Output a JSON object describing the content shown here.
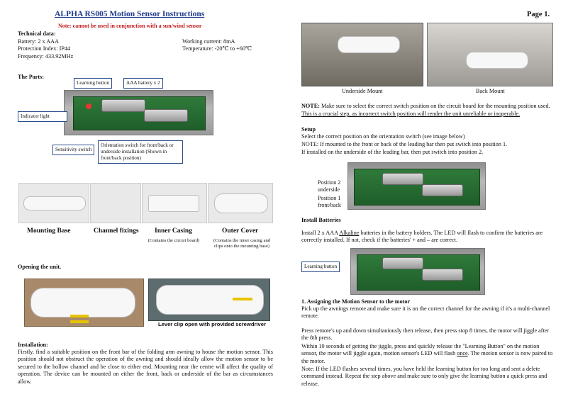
{
  "header": {
    "title": "ALPHA    RS005    Motion Sensor Instructions",
    "note": "Note: cannot be used in conjunction with a sun/wind sensor",
    "page": "Page 1."
  },
  "tech": {
    "heading": "Technical data:",
    "battery": "Battery: 2 x AAA",
    "protection": "Protection Index: IP44",
    "frequency": "Frequency: 433.92MHz",
    "current": "Working current: 8mA",
    "temperature": "Temperature: -20℃ to +60℃"
  },
  "parts": {
    "heading": "The Parts:",
    "callouts": {
      "learning": "Learning button",
      "battery": "AAA battery x 2",
      "indicator": "Indicator light",
      "sensitivity": "Sensitivity switch",
      "orientation": "Orientation switch for front/back or underside installation (Shown in front/back position)"
    }
  },
  "components": [
    {
      "name": "Mounting Base",
      "sub": ""
    },
    {
      "name": "Channel fixings",
      "sub": ""
    },
    {
      "name": "Inner Casing",
      "sub": "(Contains the circuit board)"
    },
    {
      "name": "Outer Cover",
      "sub": "(Contains the inner casing and clips onto the mounting base)"
    }
  ],
  "opening": {
    "heading": "Opening the unit.",
    "caption": "Lever clip open with provided screwdriver"
  },
  "installation": {
    "heading": "Installation:",
    "body": "Firstly, find a suitable position on the front bar of the folding arm awning to house the motion sensor. This position should not obstruct the operation of the awning and should ideally allow the motion sensor to be secured to the hollow channel and be close to either end. Mounting near the centre will affect the quality of operation. The device can be mounted on either the front, back or underside of the bar as circumstances allow."
  },
  "mount": {
    "underside": "Underside Mount",
    "back": "Back Mount"
  },
  "note": {
    "label": "NOTE:",
    "line1": " Make sure to select the correct switch position on the circuit board for the mounting position used.",
    "line2": "This is a crucial step, as incorrect switch position will render the unit unreliable or inoperable."
  },
  "setup": {
    "heading": "Setup",
    "line1": "Select the correct position on the orientation switch (see image below)",
    "line2": "NOTE: If mounted to the front or back of the leading bar then put switch into position 1.",
    "line3": "If installed on the underside of the leading bar, then put switch into position 2.",
    "pos2": "Position 2 underside",
    "pos1": "Position 1 front/back"
  },
  "batteries": {
    "heading": "Install    Batteries",
    "body_prefix": "Install 2 x AAA ",
    "alkaline": "Alkaline",
    "body_suffix": " batteries in the battery holders. The LED will flash to confirm the batteries are correctly installed. If not, check if the batteries' + and – are correct.",
    "learning": "Learning button"
  },
  "assign": {
    "heading": "1.    Assigning the Motion Sensor to the motor",
    "p1": "Pick up the awnings remote and make sure it is on the correct channel for the awning if it's a multi-channel remote.",
    "p2": "Press remote's up and down simultaniously then release, then press stop 8 times, the motor will jiggle after the 8th press.",
    "p3a": "Within 10 seconds of getting the jiggle, press and quickly release the \"Learning Button\" on the motion sensor, the motor will jiggle again, motion sensor's LED will flash ",
    "p3once": "once",
    "p3b": ". The motion sensor is now paired to the motor.",
    "p4": "Note: If the LED flashes several times, you have held the learning button for too long and sent a delete command instead. Repeat the step above and make sure to only give the learning button a quick press and release."
  }
}
